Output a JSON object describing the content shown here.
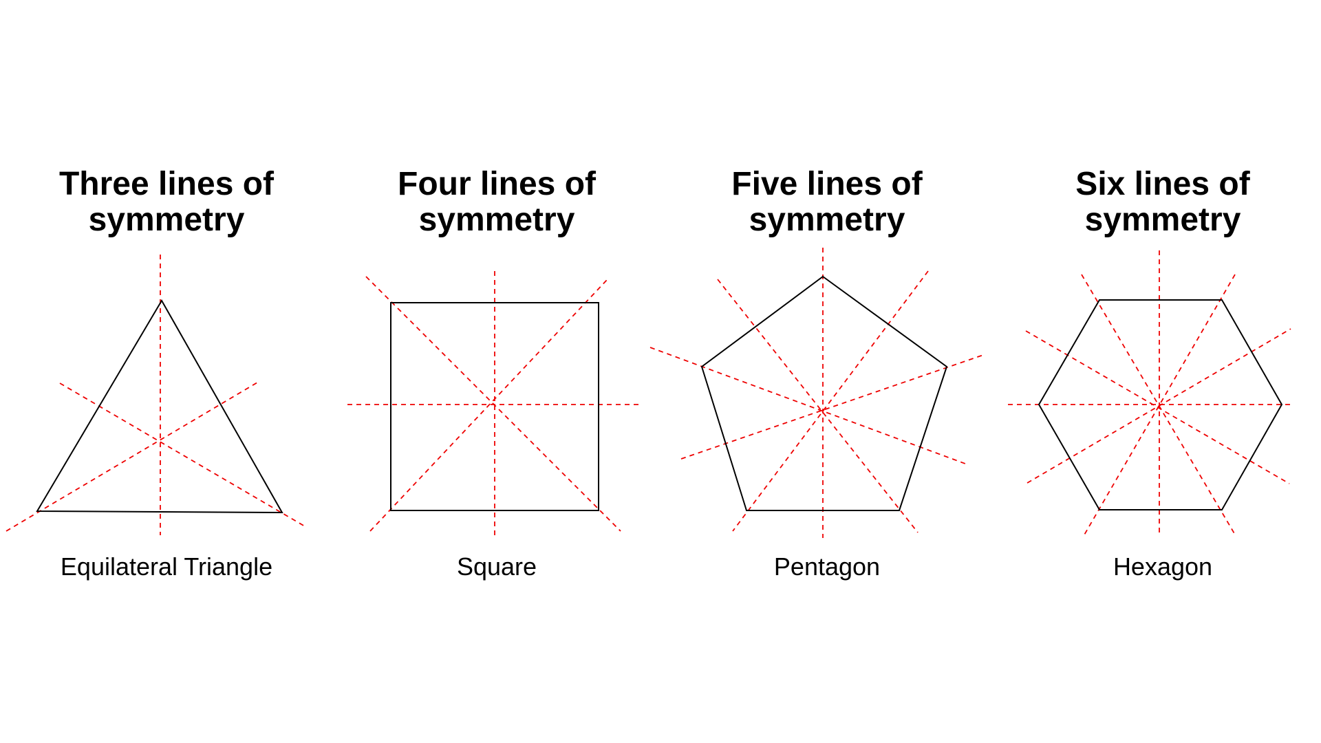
{
  "colors": {
    "outline": "#000000",
    "symmetry_line": "#ee0000",
    "background": "#ffffff"
  },
  "panels": [
    {
      "title_line1": "Three lines of",
      "title_line2": "symmetry",
      "label": "Equilateral Triangle",
      "sides": 3,
      "lines_of_symmetry": 3
    },
    {
      "title_line1": "Four lines of",
      "title_line2": "symmetry",
      "label": "Square",
      "sides": 4,
      "lines_of_symmetry": 4
    },
    {
      "title_line1": "Five lines of",
      "title_line2": "symmetry",
      "label": "Pentagon",
      "sides": 5,
      "lines_of_symmetry": 5
    },
    {
      "title_line1": "Six lines of",
      "title_line2": "symmetry",
      "label": "Hexagon",
      "sides": 6,
      "lines_of_symmetry": 6
    }
  ]
}
